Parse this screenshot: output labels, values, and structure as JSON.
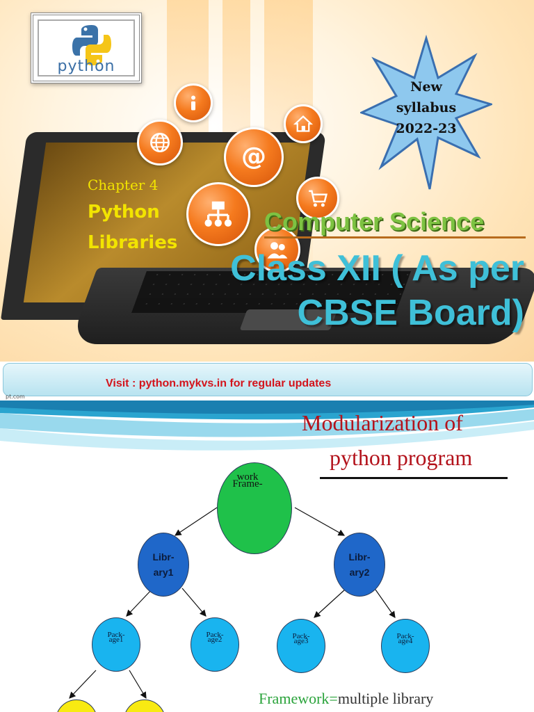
{
  "slide1": {
    "logo": {
      "word": "python"
    },
    "badge": {
      "line1": "New",
      "line2": "syllabus",
      "line3": "2022-23"
    },
    "chapter": "Chapter 4",
    "subject_line1": "Python",
    "subject_line2": "Libraries",
    "course": "Computer Science",
    "class_line1": "Class XII ( As per",
    "class_line2": "CBSE Board)",
    "footer": "Visit : python.mykvs.in for regular updates",
    "watermark": "pt.com",
    "icons": [
      "globe-icon",
      "info-icon",
      "at-icon",
      "home-icon",
      "cart-icon",
      "org-chart-icon",
      "users-icon"
    ],
    "colors": {
      "title_yellow": "#f2e400",
      "course_green": "#7dc242",
      "class_cyan": "#3fc0d8",
      "footer_red": "#d3141c"
    }
  },
  "slide2": {
    "title_line1": "Modularization of",
    "title_line2": "python program",
    "framework": {
      "line1": "Frame-",
      "line2": "work"
    },
    "library1": {
      "line1": "Libr-",
      "line2": "ary1"
    },
    "library2": {
      "line1": "Libr-",
      "line2": "ary2"
    },
    "package1": {
      "line1": "Pack-",
      "line2": "age1"
    },
    "package2": {
      "line1": "Pack-",
      "line2": "age2"
    },
    "package3": {
      "line1": "Pack-",
      "line2": "age3"
    },
    "package4": {
      "line1": "Pack-",
      "line2": "age4"
    },
    "footnote": {
      "term": "Framework",
      "eq": "=",
      "rest": "multiple library"
    },
    "colors": {
      "framework": "#1fc14a",
      "library": "#1f67c9",
      "package": "#19b4ef",
      "module": "#f8ea12",
      "title": "#b3131c"
    }
  }
}
